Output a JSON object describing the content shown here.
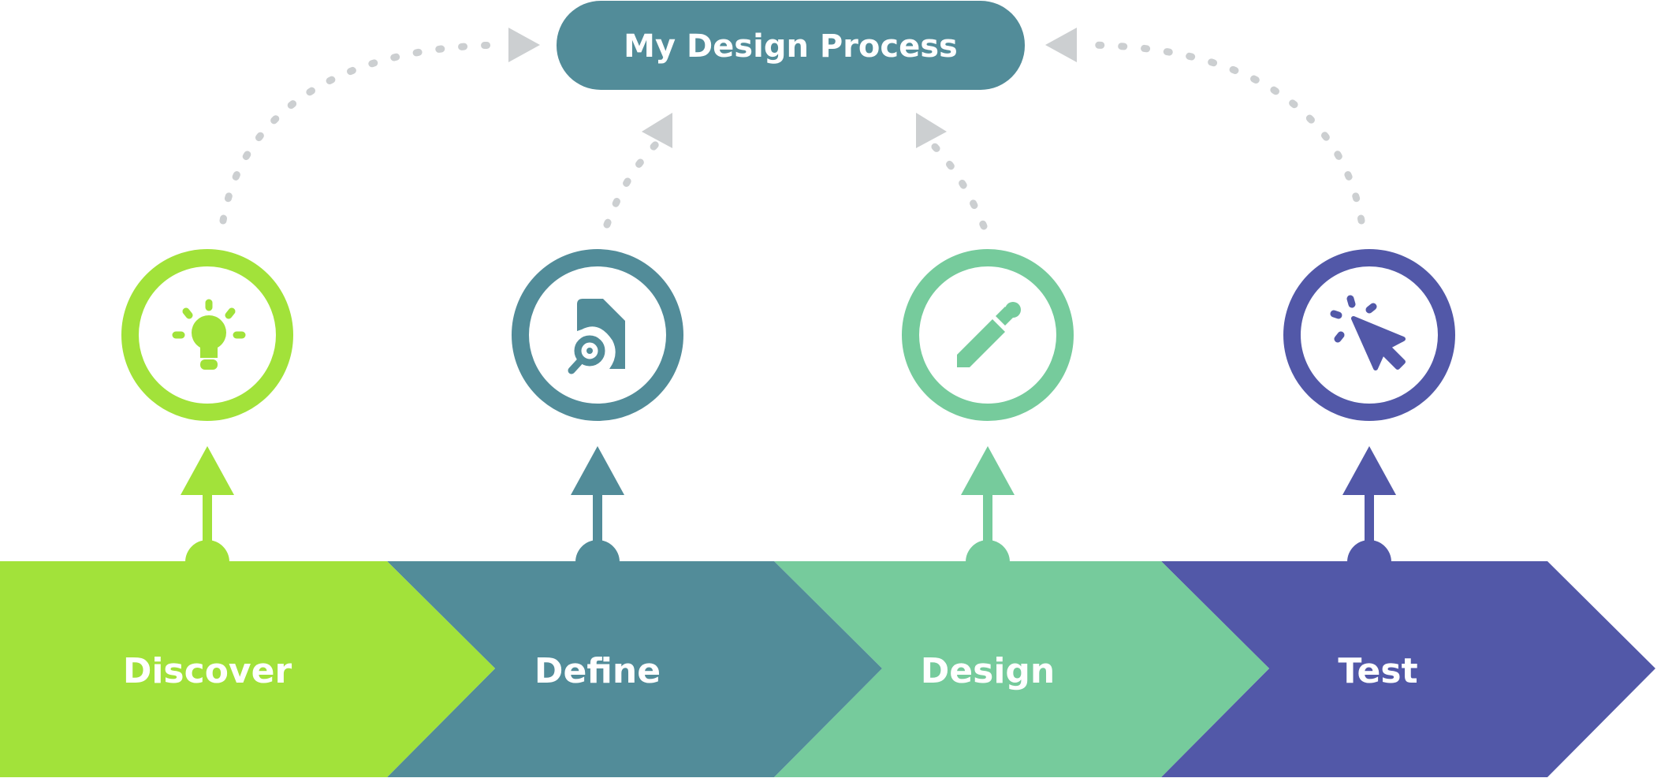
{
  "title": "My Design Process",
  "colors": {
    "background": "#ffffff",
    "title_box": "#528c99",
    "connector": "#cccfd1",
    "discover": "#a2e23a",
    "define": "#528c99",
    "design": "#76cb9c",
    "test": "#5258a8"
  },
  "stages": [
    {
      "id": "discover",
      "label": "Discover",
      "color": "#a2e23a",
      "icon": "lightbulb-icon"
    },
    {
      "id": "define",
      "label": "Define",
      "color": "#528c99",
      "icon": "document-search-icon"
    },
    {
      "id": "design",
      "label": "Design",
      "color": "#76cb9c",
      "icon": "pencil-icon"
    },
    {
      "id": "test",
      "label": "Test",
      "color": "#5258a8",
      "icon": "cursor-click-icon"
    }
  ]
}
